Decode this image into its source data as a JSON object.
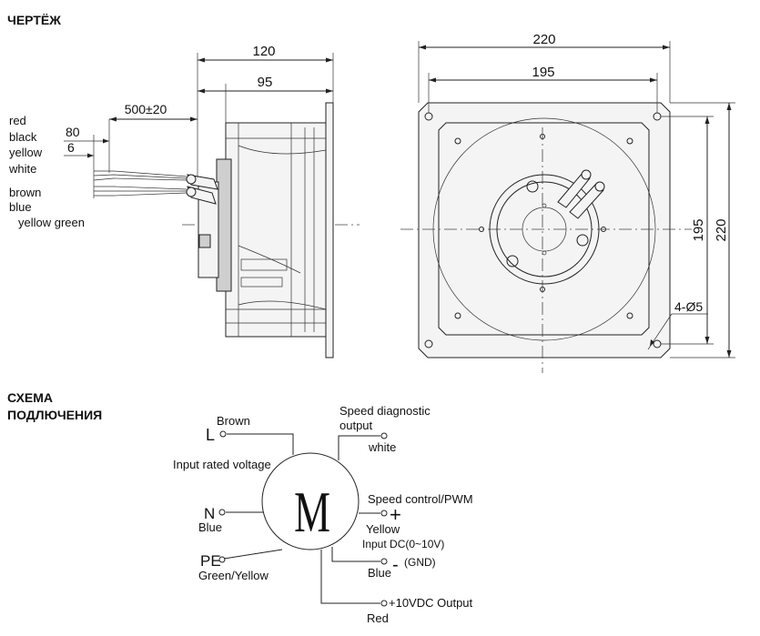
{
  "headings": {
    "drawing": "ЧЕРТЁЖ",
    "scheme_line1": "СХЕМА",
    "scheme_line2": "ПОДЛЮЧЕНИЯ"
  },
  "side_view": {
    "dim_total": "120",
    "dim_body": "95",
    "dim_cable": "500±20",
    "dim_strip": "80",
    "dim_tip": "6",
    "wires": [
      "red",
      "black",
      "yellow",
      "white",
      "brown",
      "blue",
      "yellow green"
    ]
  },
  "front_view": {
    "dim_outer_w": "220",
    "dim_holes_w": "195",
    "dim_holes_h": "195",
    "dim_outer_h": "220",
    "holes": "4-Ø5"
  },
  "wiring": {
    "motor": "M",
    "L": "L",
    "L_color": "Brown",
    "input_voltage": "Input rated voltage",
    "N": "N",
    "N_color": "Blue",
    "PE": "PE",
    "PE_color": "Green/Yellow",
    "speed_diag_1": "Speed diagnostic",
    "speed_diag_2": "output",
    "speed_diag_color": "white",
    "speed_ctrl": "Speed control/PWM",
    "plus": "+",
    "ctrl_color": "Yellow",
    "input_dc": "Input DC(0~10V)",
    "minus": "-",
    "gnd": "(GND)",
    "gnd_color": "Blue",
    "out_10v": "+10VDC Output",
    "out_color": "Red"
  }
}
